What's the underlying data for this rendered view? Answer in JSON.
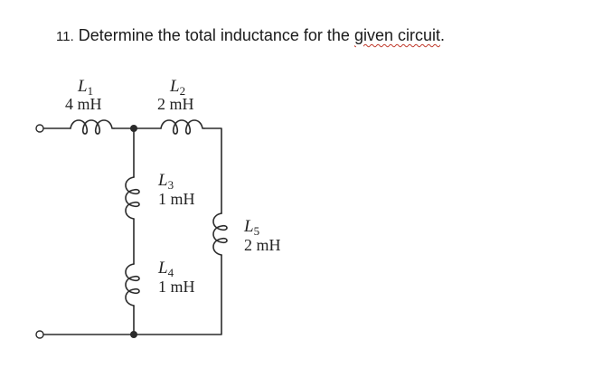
{
  "question": {
    "number": "11.",
    "text_before": "Determine the total inductance for the",
    "flagged_words": "given  circuit",
    "text_after": "."
  },
  "circuit": {
    "L1": {
      "name": "L",
      "sub": "1",
      "value": "4 mH"
    },
    "L2": {
      "name": "L",
      "sub": "2",
      "value": "2 mH"
    },
    "L3": {
      "name": "L",
      "sub": "3",
      "value": "1 mH"
    },
    "L4": {
      "name": "L",
      "sub": "4",
      "value": "1 mH"
    },
    "L5": {
      "name": "L",
      "sub": "5",
      "value": "2 mH"
    }
  },
  "colors": {
    "wire": "#2b2b2b",
    "spellcheck_underline": "#c0392b"
  }
}
